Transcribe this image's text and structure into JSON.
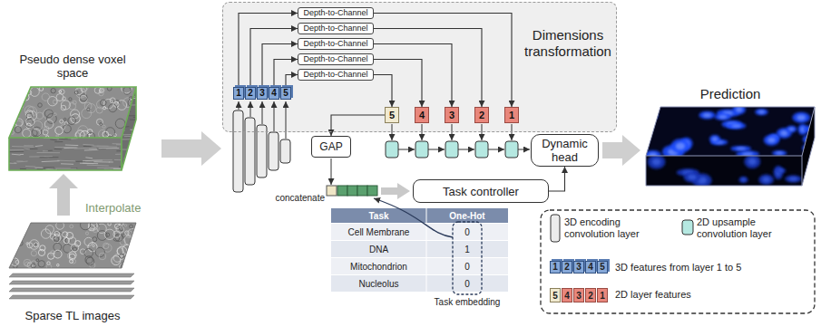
{
  "diagram": {
    "nodes": [
      {
        "text": [
          "Dimensions transformation"
        ]
      },
      {
        "text": [
          "Depth-to-Channel"
        ],
        "in": 0
      },
      {
        "text": [
          "Depth-to-Channel"
        ],
        "in": 0
      },
      {
        "text": [
          "Depth-to-Channel"
        ],
        "in": 0
      },
      {
        "text": [
          "Depth-to-Channel"
        ],
        "in": 0
      },
      {
        "text": [
          "Depth-to-Channel"
        ],
        "in": 0
      },
      {
        "text": [
          "1"
        ],
        "in": 0
      },
      {
        "text": [
          "2"
        ],
        "in": 0
      },
      {
        "text": [
          "3"
        ],
        "in": 0
      },
      {
        "text": [
          "4"
        ],
        "in": 0
      },
      {
        "text": [
          "5"
        ],
        "in": 0
      },
      {
        "text": [
          "5"
        ],
        "in": 0
      },
      {
        "text": [
          "4"
        ],
        "in": 0
      },
      {
        "text": [
          "3"
        ],
        "in": 0
      },
      {
        "text": [
          "2"
        ],
        "in": 0
      },
      {
        "text": [
          "1"
        ],
        "in": 0
      },
      {
        "text": [
          "GAP"
        ]
      },
      {
        "text": [
          "Dynamic head"
        ]
      },
      {
        "text": [
          "Task controller"
        ]
      }
    ],
    "edges": [
      {
        "from": 6,
        "to": 1,
        "arrow": "to"
      },
      {
        "from": 7,
        "to": 2,
        "arrow": "to"
      },
      {
        "from": 8,
        "to": 3,
        "arrow": "to"
      },
      {
        "from": 9,
        "to": 4,
        "arrow": "to"
      },
      {
        "from": 10,
        "to": 5,
        "arrow": "to"
      },
      {
        "from": 1,
        "to": 15,
        "arrow": "to"
      },
      {
        "from": 2,
        "to": 14,
        "arrow": "to"
      },
      {
        "from": 3,
        "to": 13,
        "arrow": "to"
      },
      {
        "from": 4,
        "to": 12,
        "arrow": "to"
      },
      {
        "from": 5,
        "to": 11,
        "arrow": "to"
      },
      {
        "from": 11,
        "to": 16,
        "arrow": "to"
      },
      {
        "from": 18,
        "to": 17,
        "arrow": "to"
      }
    ],
    "labels": [
      "Pseudo dense voxel space",
      "Interpolate",
      "Sparse TL images",
      "Prediction",
      "concatenate",
      "Task",
      "One-Hot",
      "Cell Membrane",
      "0",
      "DNA",
      "1",
      "Mitochondrion",
      "0",
      "Nucleolus",
      "0",
      "Task embedding",
      "1",
      "2",
      "3",
      "4",
      "5",
      "5",
      "4",
      "3",
      "2",
      "1"
    ],
    "legend": [
      {
        "text": "3D encoding convolution layer"
      },
      {
        "text": "2D upsample convolution layer"
      },
      {
        "text": "3D features from layer 1 to 5"
      },
      {
        "text": "2D layer features"
      }
    ]
  }
}
